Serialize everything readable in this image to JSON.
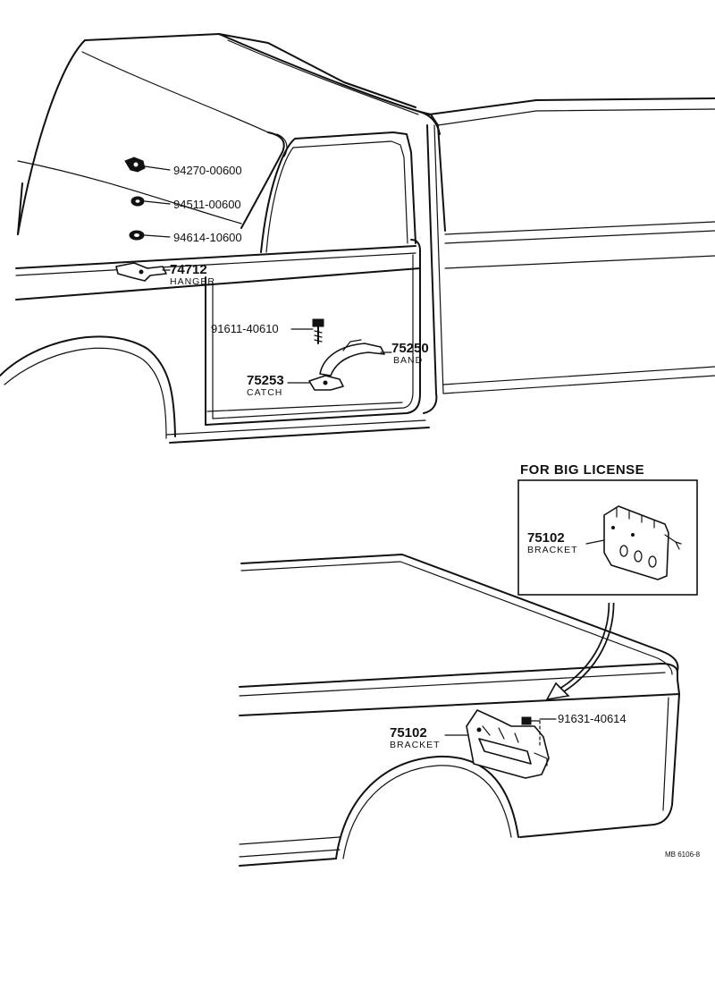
{
  "parts": {
    "p94270": "94270-00600",
    "p94511": "94511-00600",
    "p94614": "94614-10600",
    "p74712": {
      "number": "74712",
      "name": "HANGER"
    },
    "p91611": "91611-40610",
    "p75250": {
      "number": "75250",
      "name": "BAND"
    },
    "p75253": {
      "number": "75253",
      "name": "CATCH"
    },
    "inset_bracket": {
      "number": "75102",
      "name": "BRACKET"
    },
    "p75102": {
      "number": "75102",
      "name": "BRACKET"
    },
    "p91631": "91631-40614"
  },
  "inset": {
    "title": "FOR BIG LICENSE"
  },
  "drawing_code": "MB 6106-8"
}
